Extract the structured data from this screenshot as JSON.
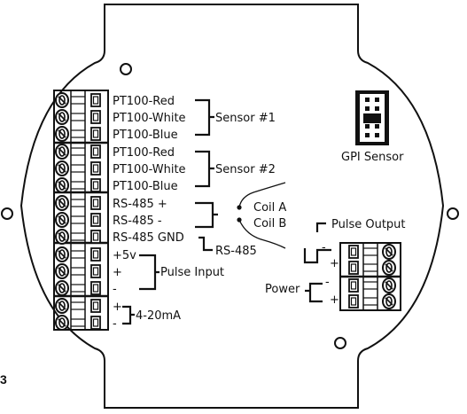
{
  "figure_number": "3",
  "sensor1": {
    "label": "Sensor #1",
    "wires": [
      "PT100-Red",
      "PT100-White",
      "PT100-Blue"
    ]
  },
  "sensor2": {
    "label": "Sensor #2",
    "wires": [
      "PT100-Red",
      "PT100-White",
      "PT100-Blue"
    ]
  },
  "rs485": {
    "label": "RS-485",
    "wires": [
      "RS-485 +",
      "RS-485 -",
      "RS-485 GND"
    ]
  },
  "pulse_input": {
    "label": "Pulse Input",
    "wires": [
      "+5v",
      "+",
      "-"
    ]
  },
  "analog_output": {
    "label": "4-20mA",
    "wires": [
      "+",
      "-"
    ]
  },
  "coils": {
    "coil_a": "Coil A",
    "coil_b": "Coil B"
  },
  "gpi_sensor": {
    "label": "GPI Sensor"
  },
  "pulse_output": {
    "label": "Pulse Output",
    "wires": [
      "-",
      "+"
    ]
  },
  "power": {
    "label": "Power",
    "wires": [
      "-",
      "+"
    ]
  }
}
